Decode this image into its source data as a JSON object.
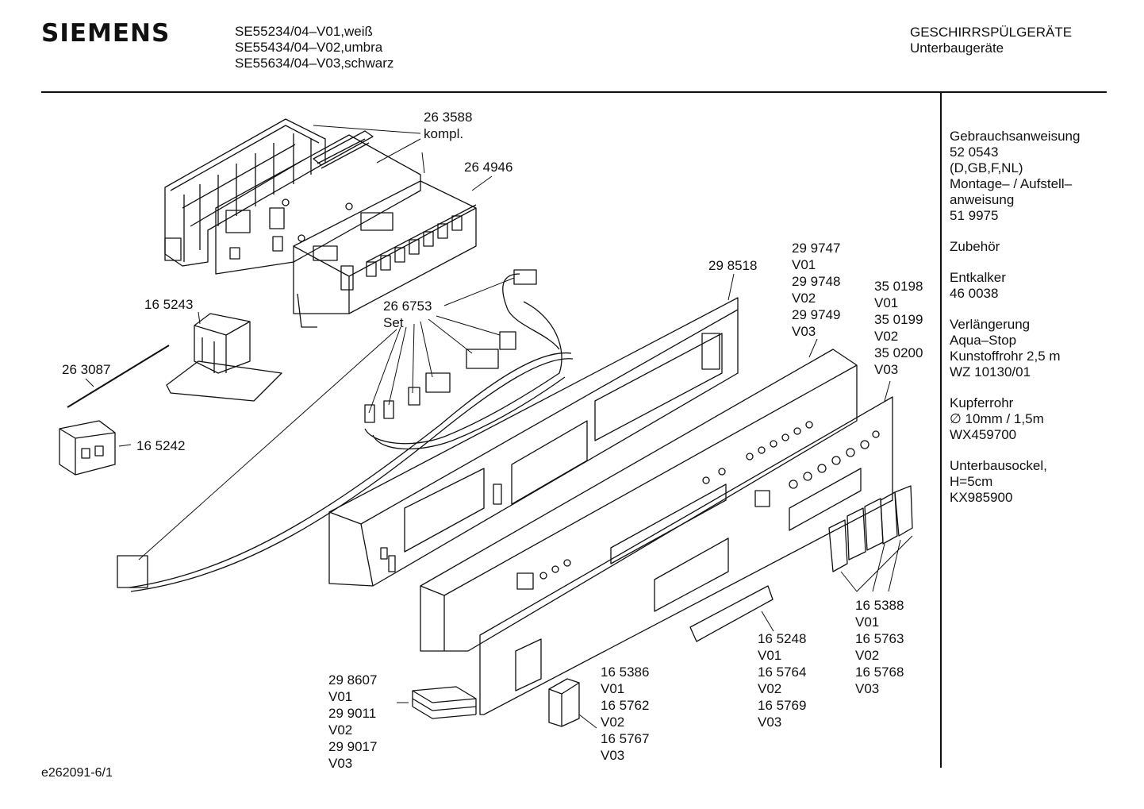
{
  "brand": "SIEMENS",
  "models": [
    "SE55234/04–V01,weiß",
    "SE55434/04–V02,umbra",
    "SE55634/04–V03,schwarz"
  ],
  "category": [
    "GESCHIRRSPÜLGERÄTE",
    "Unterbaugeräte"
  ],
  "sidebar": [
    "Gebrauchsanweisung\n52 0543\n(D,GB,F,NL)\nMontage– / Aufstell–\nanweisung\n51 9975",
    "Zubehör",
    "Entkalker\n46 0038",
    "Verlängerung\nAqua–Stop\nKunstoffrohr 2,5 m\nWZ 10130/01",
    "Kupferrohr\n∅ 10mm / 1,5m\nWX459700",
    "Unterbausockel,\nH=5cm\nKX985900"
  ],
  "footer": "e262091-6/1",
  "labels": {
    "p263588": "26 3588\nkompl.",
    "p264946": "26 4946",
    "p165243": "16 5243",
    "p263087": "26 3087",
    "p165242": "16 5242",
    "p266753": "26 6753\nSet",
    "p298518": "29 8518",
    "p2997": "29 9747\nV01\n29 9748\nV02\n29 9749\nV03",
    "p3501": "35 0198\nV01\n35 0199\nV02\n35 0200\nV03",
    "p16538": "16 5388\nV01\n16 5763\nV02\n16 5768\nV03",
    "p165248": "16 5248\nV01\n16 5764\nV02\n16 5769\nV03",
    "p165386": "16 5386\nV01\n16 5762\nV02\n16 5767\nV03",
    "p2986": "29 8607\nV01\n29 9011\nV02\n29 9017\nV03"
  }
}
